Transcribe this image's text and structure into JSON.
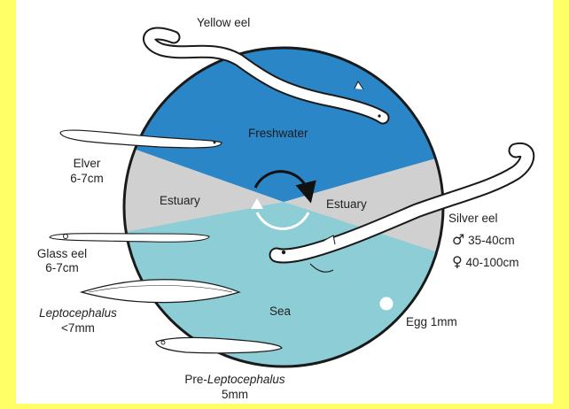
{
  "labels": {
    "yellow_eel": "Yellow eel",
    "freshwater": "Freshwater",
    "elver": "Elver",
    "elver_size": "6-7cm",
    "estuary_left": "Estuary",
    "estuary_right": "Estuary",
    "silver_eel": "Silver eel",
    "male_symbol": "♂",
    "male_size": "35-40cm",
    "female_symbol": "♀",
    "female_size": "40-100cm",
    "glass_eel": "Glass eel",
    "glass_eel_size": "6-7cm",
    "leptocephalus": "Leptocephalus",
    "leptocephalus_size": "<7mm",
    "sea": "Sea",
    "egg": "Egg 1mm",
    "pre_prefix": "Pre-",
    "pre_leptocephalus": "Leptocephalus",
    "pre_leptocephalus_size": "5mm"
  },
  "colors": {
    "border": "#ffff66",
    "freshwater": "#2b86c8",
    "estuary": "#d0d0d0",
    "sea": "#8ccdd6",
    "outline": "#1a1a1a"
  }
}
